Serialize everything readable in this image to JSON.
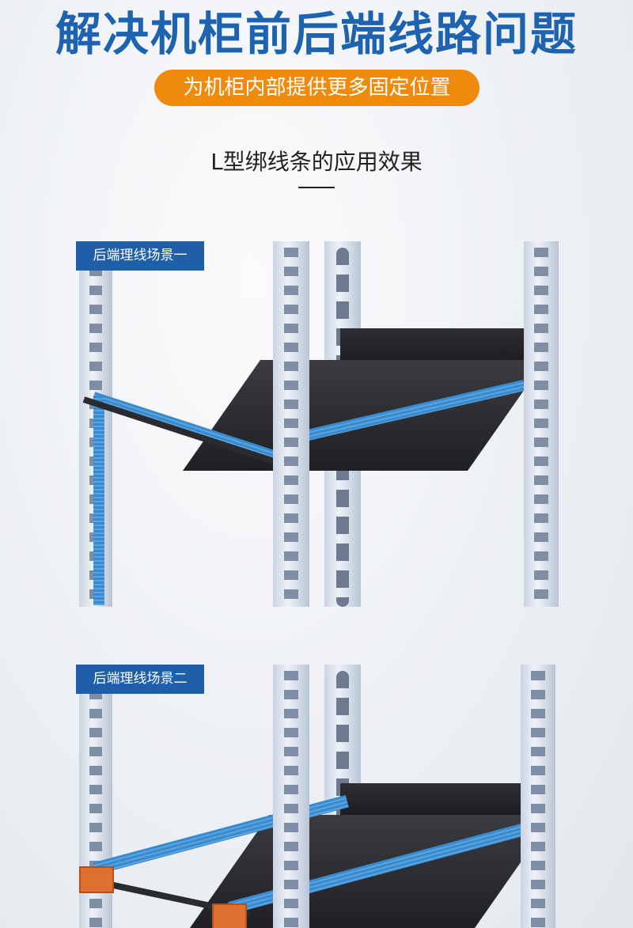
{
  "header": {
    "title": "解决机柜前后端线路问题",
    "pill": "为机柜内部提供更多固定位置",
    "subtitle": "L型绑线条的应用效果"
  },
  "scenes": [
    {
      "label": "后端理线场景一"
    },
    {
      "label": "后端理线场景二"
    }
  ],
  "colors": {
    "title": "#1d63b0",
    "pill": "#f08a0c",
    "label_bg": "#1f5fa8",
    "cable": "#3a8ad0"
  }
}
